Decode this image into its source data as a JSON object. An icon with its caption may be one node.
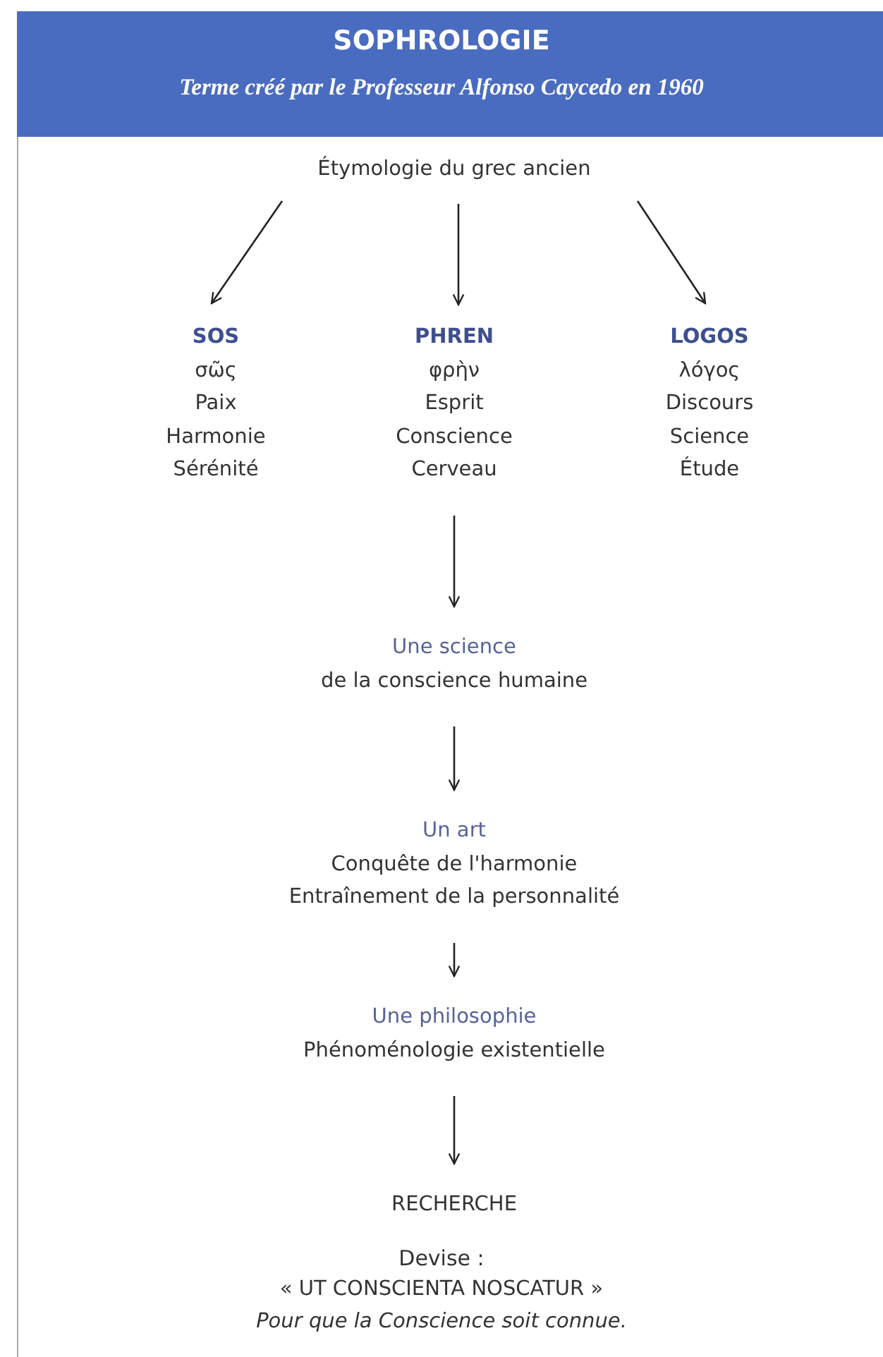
{
  "diagram": {
    "title": "SOPHROLOGIE",
    "nodes": [
      {
        "text": [
          "Étymologie du grec ancien"
        ]
      },
      {
        "text": [
          "SOS",
          "σῶς",
          "Paix",
          "Harmonie",
          "Sérénité"
        ]
      },
      {
        "text": [
          "PHREN",
          "φρὴν",
          "Esprit",
          "Conscience",
          "Cerveau"
        ]
      },
      {
        "text": [
          "LOGOS",
          "λόγος",
          "Discours",
          "Science",
          "Étude"
        ]
      },
      {
        "text": [
          "Une science",
          "de la conscience humaine"
        ]
      },
      {
        "text": [
          "Un art",
          "Conquête de l'harmonie",
          "Entraînement de la personnalité"
        ]
      },
      {
        "text": [
          "Une philosophie",
          "Phénoménologie existentielle"
        ]
      },
      {
        "text": [
          "RECHERCHE"
        ]
      }
    ],
    "edges": [
      {
        "from": 0,
        "to": 1,
        "arrow": "to"
      },
      {
        "from": 0,
        "to": 2,
        "arrow": "to"
      },
      {
        "from": 0,
        "to": 3,
        "arrow": "to"
      },
      {
        "from": 2,
        "to": 4,
        "arrow": "to"
      },
      {
        "from": 4,
        "to": 5,
        "arrow": "to"
      },
      {
        "from": 5,
        "to": 6,
        "arrow": "to"
      },
      {
        "from": 6,
        "to": 7,
        "arrow": "to"
      }
    ],
    "labels": [
      "Terme créé par le Professeur Alfonso Caycedo en 1960",
      "Devise :",
      "« UT CONSCIENTA NOSCATUR »",
      "Pour que la Conscience soit connue."
    ]
  }
}
